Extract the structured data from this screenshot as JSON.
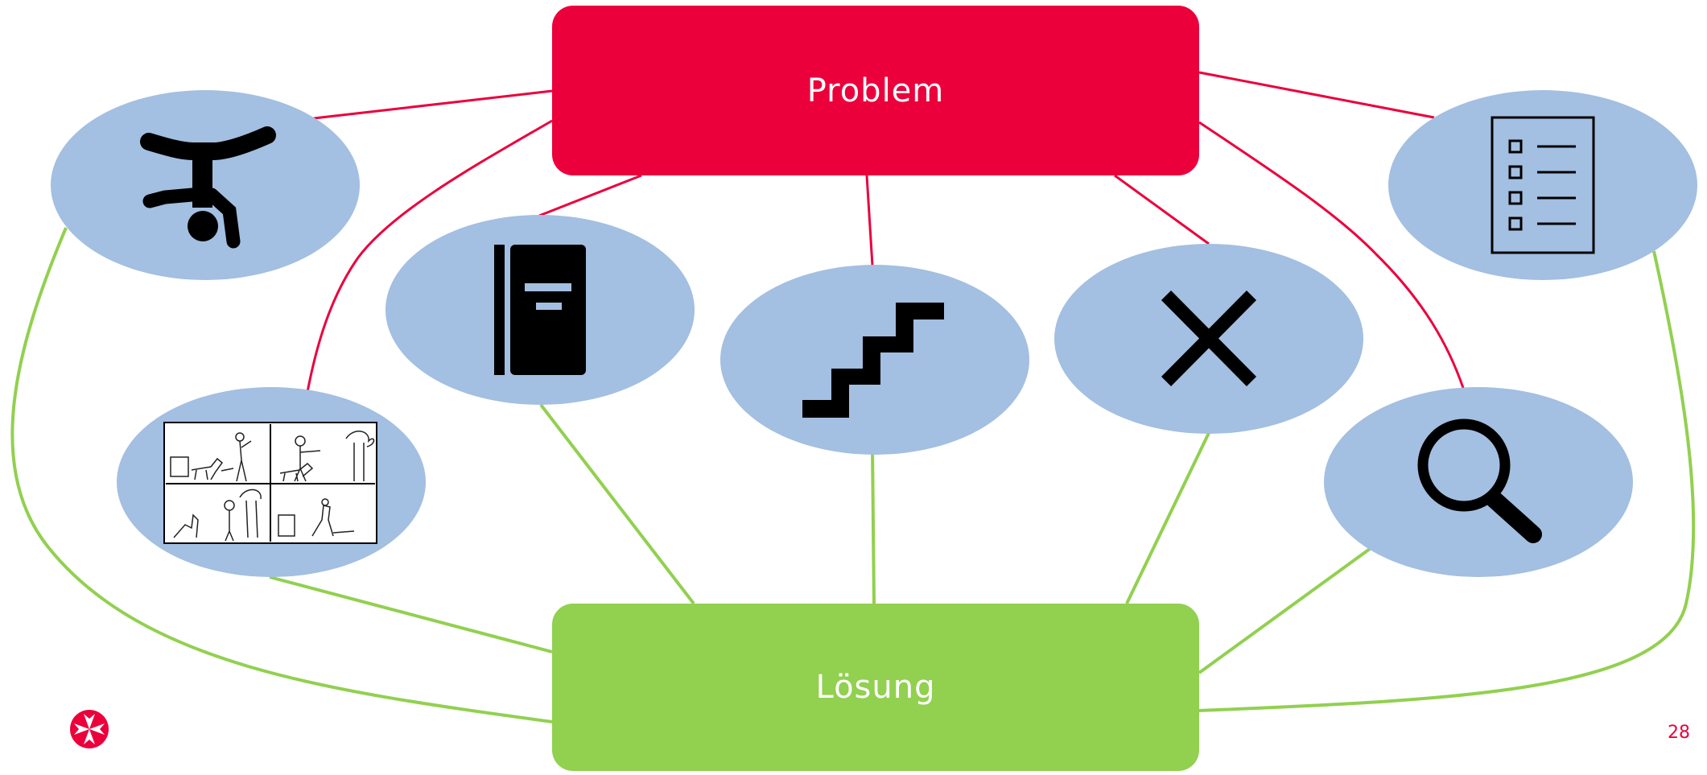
{
  "problem": {
    "label": "Problem",
    "color": "#EB003C"
  },
  "solution": {
    "label": "Lösung",
    "color": "#92D050"
  },
  "ellipse_color": "#A3BFE1",
  "nodes": [
    {
      "name": "handstand-figure-icon"
    },
    {
      "name": "notebook-icon"
    },
    {
      "name": "stairs-icon"
    },
    {
      "name": "close-x-icon"
    },
    {
      "name": "checklist-icon"
    },
    {
      "name": "comic-strip-image"
    },
    {
      "name": "magnifier-icon"
    }
  ],
  "footer": {
    "page_number": "28",
    "logo_icon": "maltese-cross-logo-icon"
  }
}
